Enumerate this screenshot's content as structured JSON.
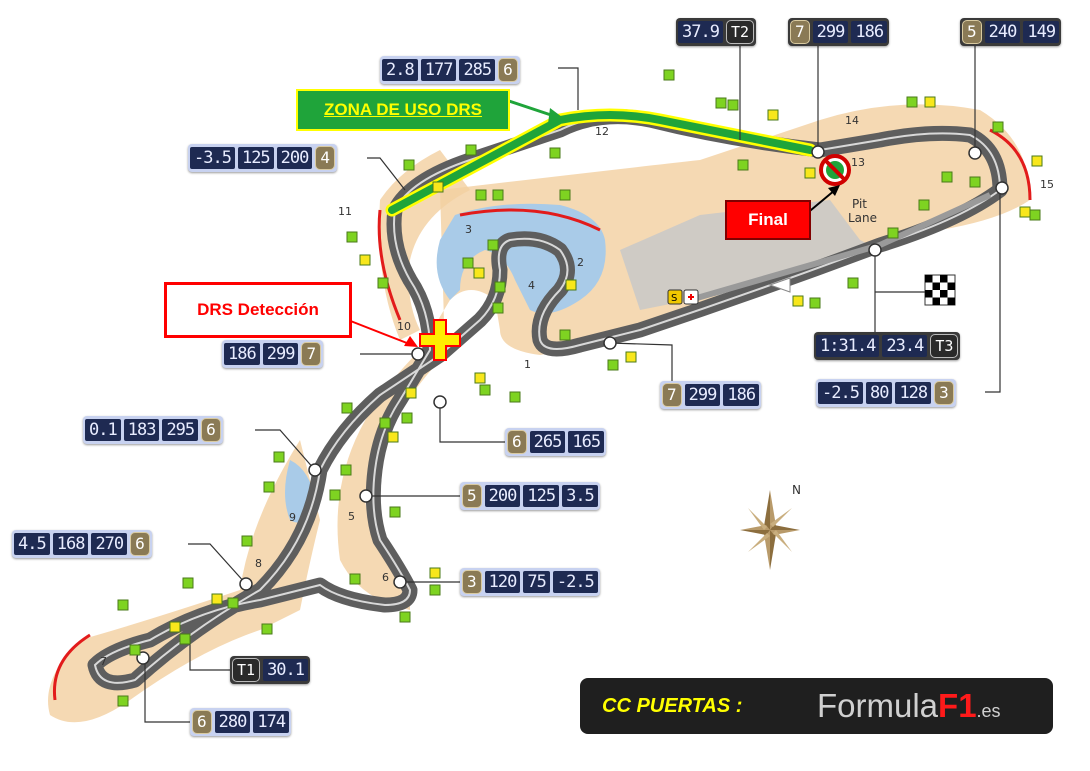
{
  "map": {
    "drs_zone_label": "ZONA DE USO DRS",
    "drs_detection_label": "DRS  Detección",
    "drs_end_label": "Final",
    "pit_lane_label": [
      "Pit",
      "Lane"
    ],
    "compass_label": "N",
    "sector_icon_label": "S",
    "turn_numbers": [
      "1",
      "2",
      "3",
      "4",
      "5",
      "6",
      "7",
      "8",
      "9",
      "10",
      "11",
      "12",
      "13",
      "14",
      "15"
    ],
    "brand": {
      "cc_label": "CC PUERTAS :",
      "logo_main": "Formula",
      "logo_f1": "F1",
      "logo_tld": ".es"
    },
    "colors": {
      "drs_zone": "#1fa43a",
      "drs_zone_border": "#ffff00",
      "detection_border": "#ff0000",
      "final_bg": "#ff0000",
      "track": "#7a7a7a",
      "runoff": "#f0c896",
      "kerb": "#e21b1b",
      "water": "#a9cbe8"
    },
    "boxes": [
      {
        "id": "t12",
        "values": [
          "37.9",
          "T2"
        ]
      },
      {
        "id": "t13",
        "values": [
          "7",
          "299",
          "186"
        ]
      },
      {
        "id": "t14",
        "values": [
          "5",
          "240",
          "149"
        ]
      },
      {
        "id": "t12-entry",
        "values": [
          "2.8",
          "177",
          "285",
          "6"
        ]
      },
      {
        "id": "t11",
        "values": [
          "-3.5",
          "125",
          "200",
          "4"
        ]
      },
      {
        "id": "t10",
        "values": [
          "186",
          "299",
          "7"
        ]
      },
      {
        "id": "t9",
        "values": [
          "0.1",
          "183",
          "295",
          "6"
        ]
      },
      {
        "id": "t8",
        "values": [
          "4.5",
          "168",
          "270",
          "6"
        ]
      },
      {
        "id": "t4",
        "values": [
          "6",
          "265",
          "165"
        ]
      },
      {
        "id": "t5",
        "values": [
          "5",
          "200",
          "125",
          "3.5"
        ]
      },
      {
        "id": "t6",
        "values": [
          "3",
          "120",
          "75",
          "-2.5"
        ]
      },
      {
        "id": "t1-speed",
        "values": [
          "7",
          "299",
          "186"
        ]
      },
      {
        "id": "t3-time",
        "values": [
          "1:31.4",
          "23.4",
          "T3"
        ]
      },
      {
        "id": "t15",
        "values": [
          "-2.5",
          "80",
          "128",
          "3"
        ]
      },
      {
        "id": "t1-time",
        "values": [
          "T1",
          "30.1"
        ]
      },
      {
        "id": "t7",
        "values": [
          "6",
          "280",
          "174"
        ]
      }
    ]
  }
}
